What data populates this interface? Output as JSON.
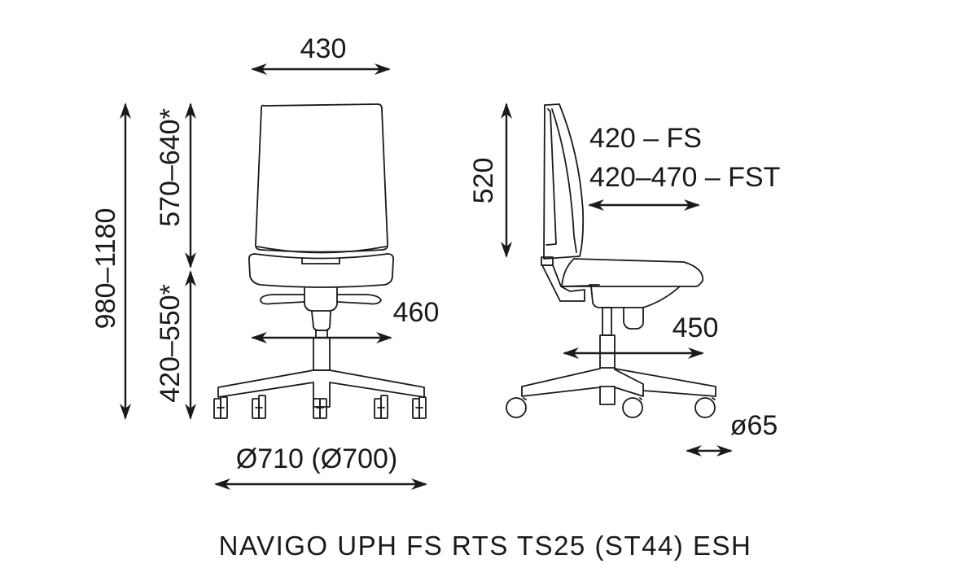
{
  "diagram": {
    "product_title": "NAVIGO UPH FS RTS TS25 (ST44) ESH",
    "front_view": {
      "backrest_width": "430",
      "overall_height": "980–1180",
      "backrest_height": "570–640*",
      "seat_height": "420–550*",
      "seat_width": "460",
      "base_diameter": "Ø710 (Ø700)"
    },
    "side_view": {
      "backrest_height": "520",
      "seat_depth_fs": "420 – FS",
      "seat_depth_fst": "420–470 – FST",
      "seat_depth_total": "450",
      "castor_diameter": "ø65"
    },
    "colors": {
      "line": "#1a1a1a",
      "background": "#ffffff"
    }
  }
}
